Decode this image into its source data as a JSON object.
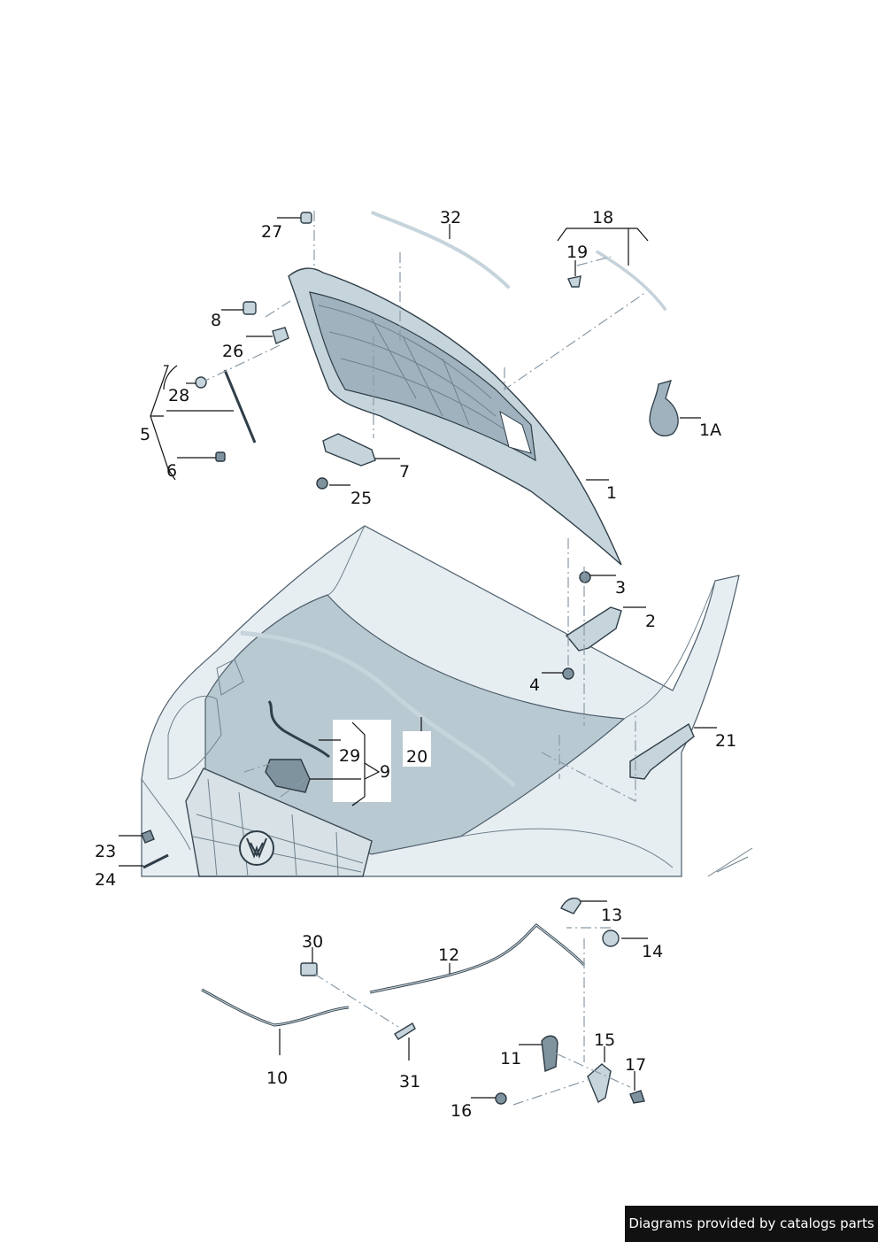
{
  "labels": {
    "l1": "1",
    "l1A": "1A",
    "l2": "2",
    "l3": "3",
    "l4": "4",
    "l5": "5",
    "l6": "6",
    "l7": "7",
    "l8": "8",
    "l9": "9",
    "l10": "10",
    "l11": "11",
    "l12": "12",
    "l13": "13",
    "l14": "14",
    "l15": "15",
    "l16": "16",
    "l17": "17",
    "l18": "18",
    "l19": "19",
    "l20": "20",
    "l21": "21",
    "l23": "23",
    "l24": "24",
    "l25": "25",
    "l26": "26",
    "l27": "27",
    "l28": "28",
    "l29": "29",
    "l30": "30",
    "l31": "31",
    "l32": "32"
  },
  "credit": "Diagrams provided by catalogs parts",
  "colors": {
    "part_fill": "#c6d4dc",
    "outline": "#2f3e48",
    "body_fill": "#e7eef2",
    "credit_bg": "#111111"
  }
}
